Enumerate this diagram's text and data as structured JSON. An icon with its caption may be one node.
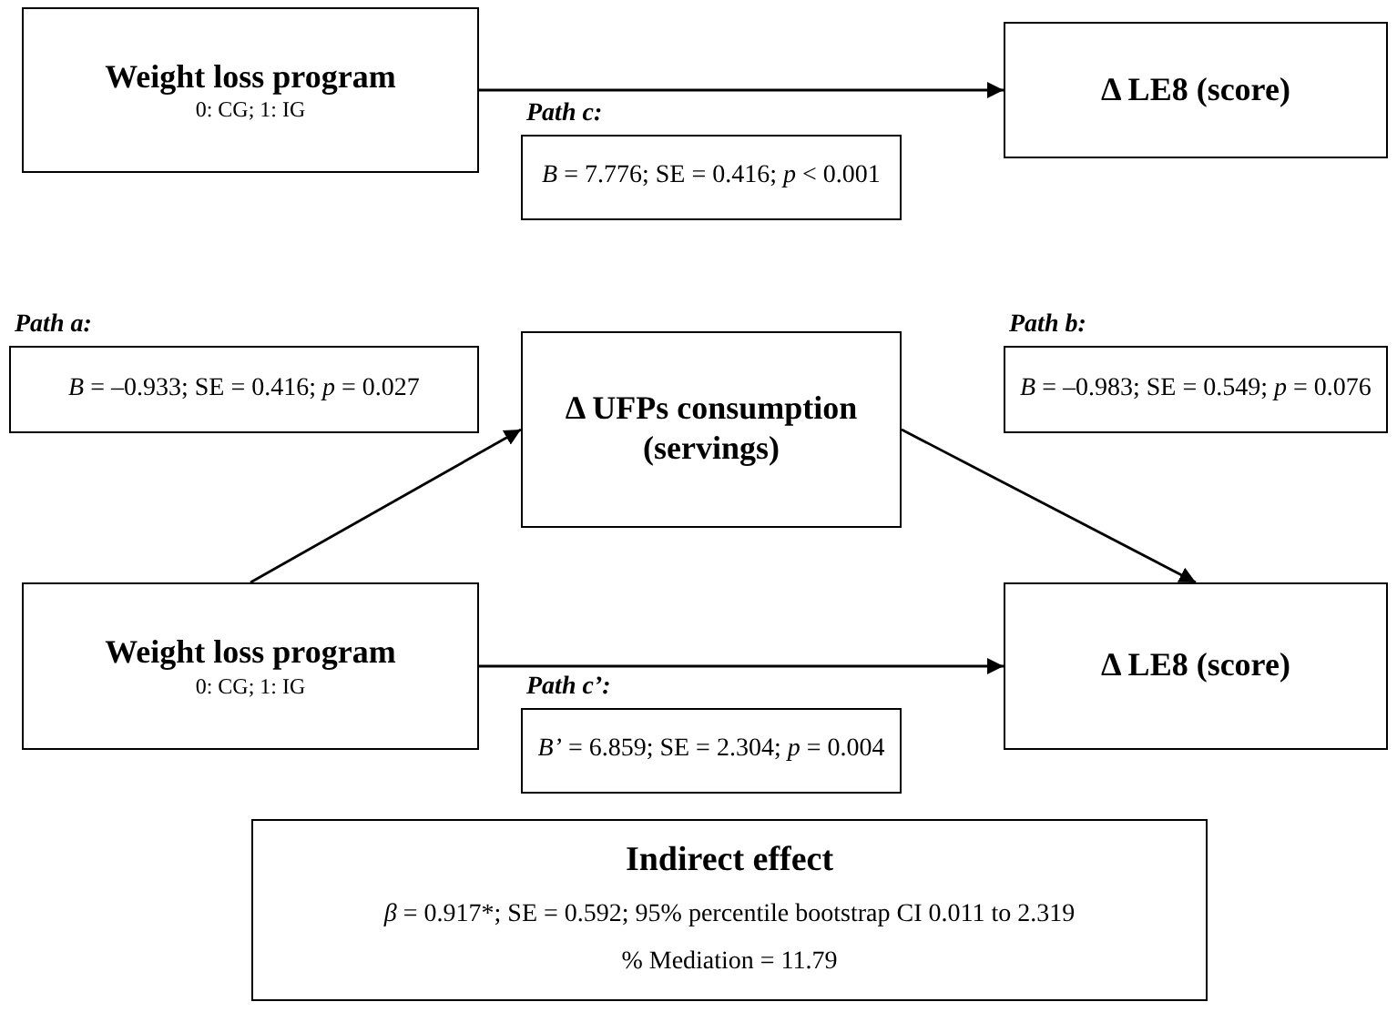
{
  "diagram": {
    "nodes": [
      {
        "text": [
          "Weight loss program",
          "0: CG; 1: IG"
        ]
      },
      {
        "text": [
          "Δ LE8 (score)"
        ]
      },
      {
        "text": [
          "Path c:",
          "*B* = 7.776;  SE = 0.416; *p* < 0.001"
        ]
      },
      {
        "text": [
          "Path a:",
          "*B* = –0.933; SE = 0.416; *p* = 0.027"
        ]
      },
      {
        "text": [
          "Δ UFPs consumption (servings)"
        ]
      },
      {
        "text": [
          "Path b:",
          "*B* = –0.983; SE = 0.549; *p* = 0.076"
        ]
      },
      {
        "text": [
          "Weight loss program",
          "0: CG; 1: IG"
        ]
      },
      {
        "text": [
          "Δ LE8 (score)"
        ]
      },
      {
        "text": [
          "Path c’:",
          "*B’* = 6.859;  SE = 2.304; *p* = 0.004"
        ]
      },
      {
        "text": [
          "Indirect effect",
          "*β* = 0.917*; SE = 0.592; 95% percentile bootstrap CI 0.011 to 2.319",
          "% Mediation = 11.79"
        ]
      }
    ],
    "edges": [
      {
        "from": 0,
        "to": 1,
        "arrow": "to"
      },
      {
        "from": 6,
        "to": 4,
        "arrow": "to"
      },
      {
        "from": 4,
        "to": 7,
        "arrow": "to"
      },
      {
        "from": 6,
        "to": 7,
        "arrow": "to"
      }
    ]
  }
}
